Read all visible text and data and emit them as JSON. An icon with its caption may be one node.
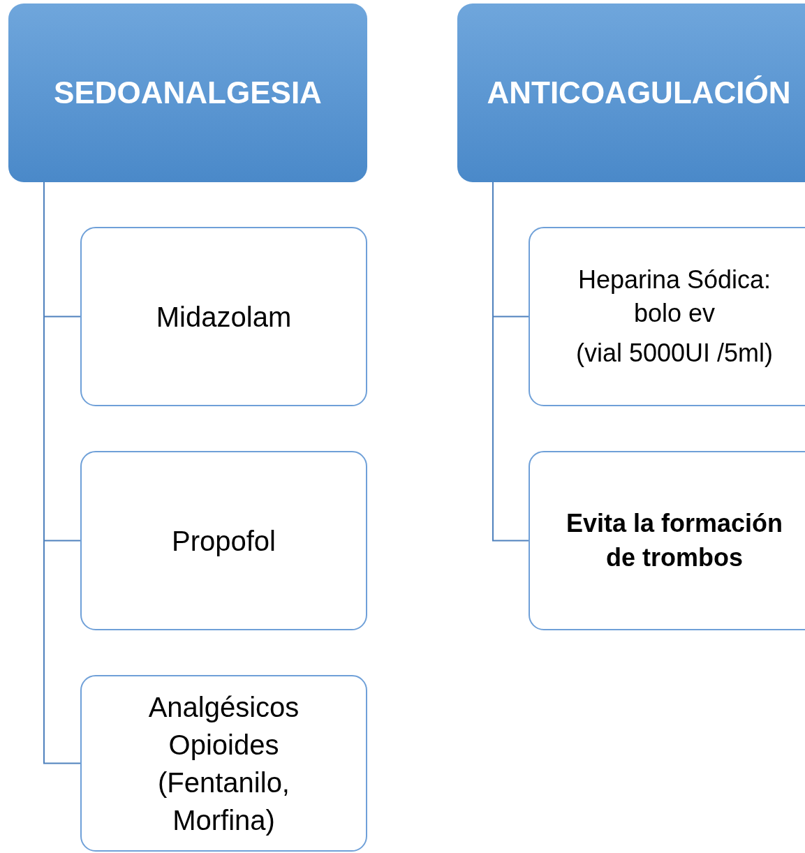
{
  "diagram": {
    "nodes": [
      {
        "text": [
          "SEDOANALGESIA"
        ]
      },
      {
        "text": [
          "Midazolam"
        ]
      },
      {
        "text": [
          "Propofol"
        ]
      },
      {
        "text": [
          "Analgésicos Opioides (Fentanilo, Morfina)"
        ]
      },
      {
        "text": [
          "ANTICOAGULACIÓN"
        ]
      },
      {
        "text": [
          "Heparina Sódica: bolo ev",
          "(vial 5000UI /5ml)"
        ]
      },
      {
        "text": [
          "Evita la formación de trombos"
        ]
      }
    ],
    "edges": [
      {
        "from": 0,
        "to": 1,
        "arrow": "none"
      },
      {
        "from": 0,
        "to": 2,
        "arrow": "none"
      },
      {
        "from": 0,
        "to": 3,
        "arrow": "none"
      },
      {
        "from": 4,
        "to": 5,
        "arrow": "none"
      },
      {
        "from": 4,
        "to": 6,
        "arrow": "none"
      }
    ]
  }
}
